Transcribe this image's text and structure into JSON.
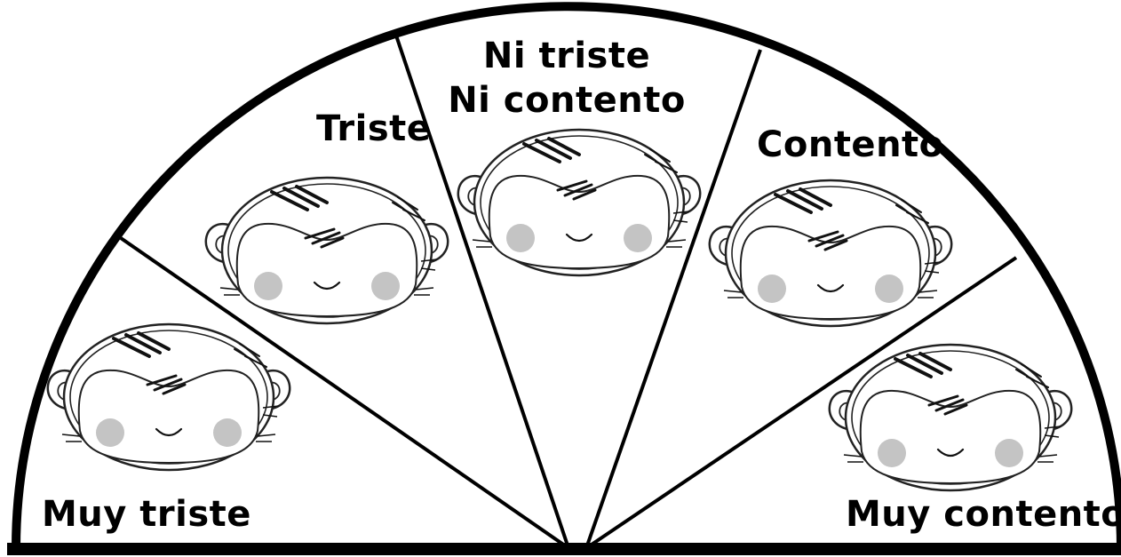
{
  "gauge": {
    "segments": [
      {
        "id": "muy-triste",
        "lines": [
          "Muy triste"
        ]
      },
      {
        "id": "triste",
        "lines": [
          "Triste"
        ]
      },
      {
        "id": "ni-triste-ni-contento",
        "lines": [
          "Ni triste",
          "Ni contento"
        ]
      },
      {
        "id": "contento",
        "lines": [
          "Contento"
        ]
      },
      {
        "id": "muy-contento",
        "lines": [
          "Muy contento"
        ]
      }
    ]
  },
  "colors": {
    "outline": "#000000",
    "face_line": "#222222",
    "cheek": "#c4c4c4",
    "background": "#ffffff"
  },
  "icons": [
    "face-icon"
  ]
}
